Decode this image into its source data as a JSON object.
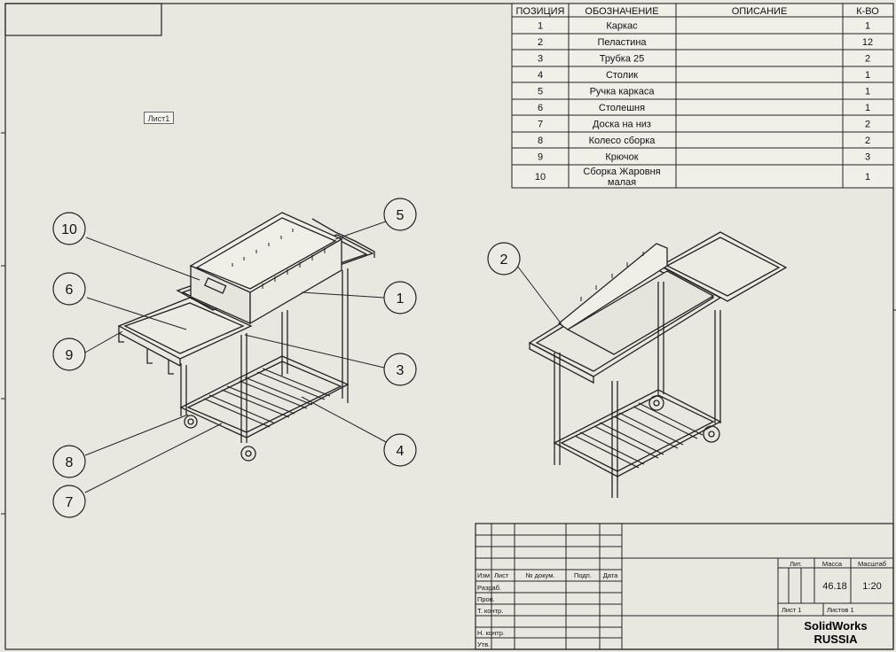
{
  "sheet_tab": "Лист1",
  "bom": {
    "headers": [
      "ПОЗИЦИЯ",
      "ОБОЗНАЧЕНИЕ",
      "ОПИСАНИЕ",
      "К-ВО"
    ],
    "rows": [
      {
        "pos": "1",
        "name": "Каркас",
        "desc": "",
        "qty": "1"
      },
      {
        "pos": "2",
        "name": "Пеластина",
        "desc": "",
        "qty": "12"
      },
      {
        "pos": "3",
        "name": "Трубка 25",
        "desc": "",
        "qty": "2"
      },
      {
        "pos": "4",
        "name": "Столик",
        "desc": "",
        "qty": "1"
      },
      {
        "pos": "5",
        "name": "Ручка каркаса",
        "desc": "",
        "qty": "1"
      },
      {
        "pos": "6",
        "name": "Столешня",
        "desc": "",
        "qty": "1"
      },
      {
        "pos": "7",
        "name": "Доска на низ",
        "desc": "",
        "qty": "2"
      },
      {
        "pos": "8",
        "name": "Колесо сборка",
        "desc": "",
        "qty": "2"
      },
      {
        "pos": "9",
        "name": "Крючок",
        "desc": "",
        "qty": "3"
      },
      {
        "pos": "10",
        "name": "Сборка Жаровня",
        "name2": "малая",
        "desc": "",
        "qty": "1"
      }
    ]
  },
  "callouts": [
    "10",
    "6",
    "9",
    "8",
    "7",
    "5",
    "1",
    "3",
    "4",
    "2"
  ],
  "title_block": {
    "col_headers": [
      "Изм",
      "Лист",
      "№ докум.",
      "Подп.",
      "Дата"
    ],
    "row_labels": [
      "Разраб.",
      "Пров.",
      "Т. контр.",
      "",
      "Н. контр.",
      "Утв."
    ],
    "lit_label": "Лит.",
    "mass_label": "Масса",
    "scale_label": "Масштаб",
    "mass_value": "46.18",
    "scale_value": "1:20",
    "sheet_label": "Лист 1",
    "sheets_label": "Листов 1",
    "company_line1": "SolidWorks",
    "company_line2": "RUSSIA"
  }
}
